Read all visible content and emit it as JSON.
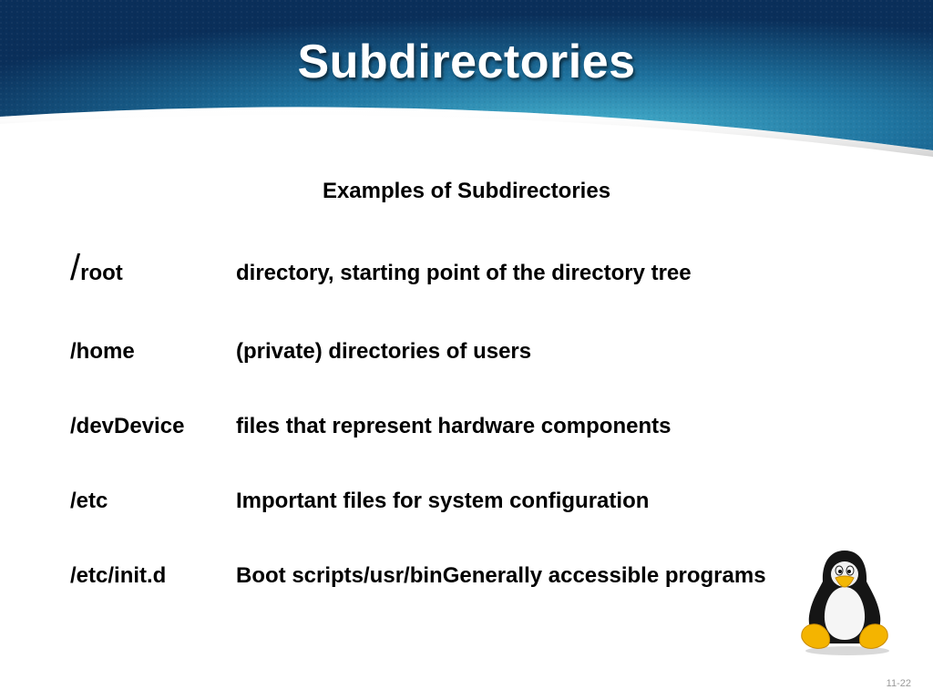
{
  "slide": {
    "title": "Subdirectories",
    "subtitle": "Examples of Subdirectories",
    "rows": [
      {
        "slash": "/",
        "path": "root",
        "desc": "directory, starting point of the directory tree"
      },
      {
        "path": "/home",
        "desc": "(private) directories of users"
      },
      {
        "path": "/devDevice",
        "desc": "files that represent hardware components"
      },
      {
        "path": "/etc",
        "desc": "Important files for system configuration"
      },
      {
        "path": "/etc/init.d",
        "desc": "Boot scripts/usr/binGenerally accessible programs"
      }
    ],
    "slide_number": "11-22"
  },
  "colors": {
    "header_dark": "#0b3a66",
    "header_mid": "#1e6f9a",
    "header_light": "#3aa2c2",
    "title_text": "#ffffff",
    "body_text": "#000000"
  },
  "icons": {
    "mascot": "linux-penguin-icon"
  }
}
